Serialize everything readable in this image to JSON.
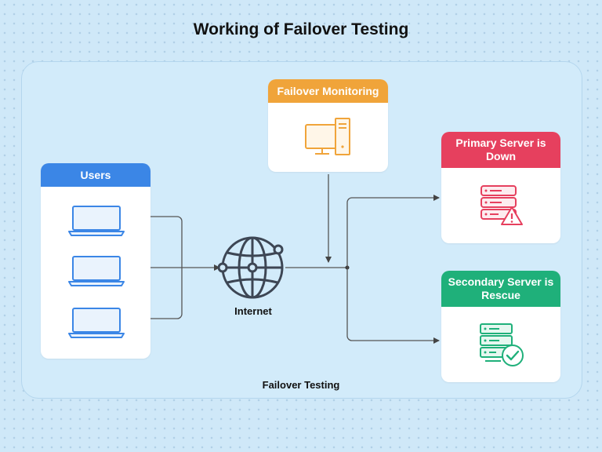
{
  "title": "Working of Failover Testing",
  "users": {
    "label": "Users",
    "devices": [
      "laptop",
      "laptop",
      "laptop"
    ]
  },
  "monitoring": {
    "label": "Failover Monitoring"
  },
  "internet": {
    "label": "Internet"
  },
  "primary": {
    "label": "Primary Server is Down"
  },
  "secondary": {
    "label": "Secondary Server is Rescue"
  },
  "frame_label": "Failover Testing",
  "colors": {
    "users": "#3b86e6",
    "monitoring": "#f0a43a",
    "primary": "#e6405e",
    "secondary": "#1fb07a",
    "background": "#cfe8f8"
  }
}
